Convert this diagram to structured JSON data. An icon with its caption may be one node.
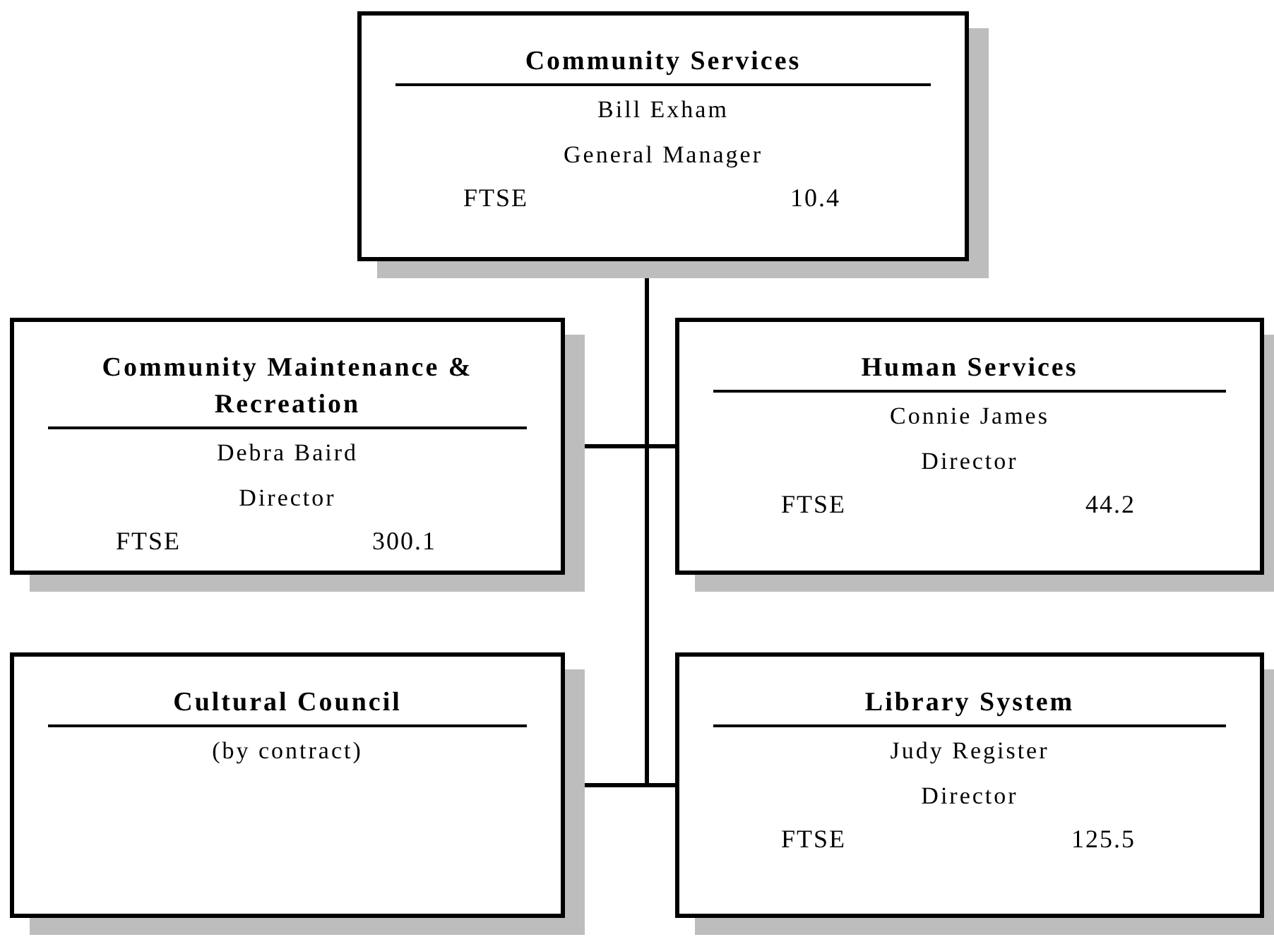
{
  "diagram": {
    "nodes": [
      {
        "text": [
          "Community Services",
          "Bill Exham",
          "General Manager",
          "FTSE",
          "10.4"
        ]
      },
      {
        "text": [
          "Community Maintenance & Recreation",
          "Debra Baird",
          "Director",
          "FTSE",
          "300.1"
        ]
      },
      {
        "text": [
          "Human Services",
          "Connie James",
          "Director",
          "FTSE",
          "44.2"
        ]
      },
      {
        "text": [
          "Cultural Council",
          "(by contract)"
        ]
      },
      {
        "text": [
          "Library System",
          "Judy Register",
          "Director",
          "FTSE",
          "125.5"
        ]
      }
    ],
    "edges": [
      {
        "from": 0,
        "to": 1,
        "arrow": "none"
      },
      {
        "from": 0,
        "to": 2,
        "arrow": "none"
      },
      {
        "from": 0,
        "to": 3,
        "arrow": "none"
      },
      {
        "from": 0,
        "to": 4,
        "arrow": "none"
      }
    ]
  }
}
